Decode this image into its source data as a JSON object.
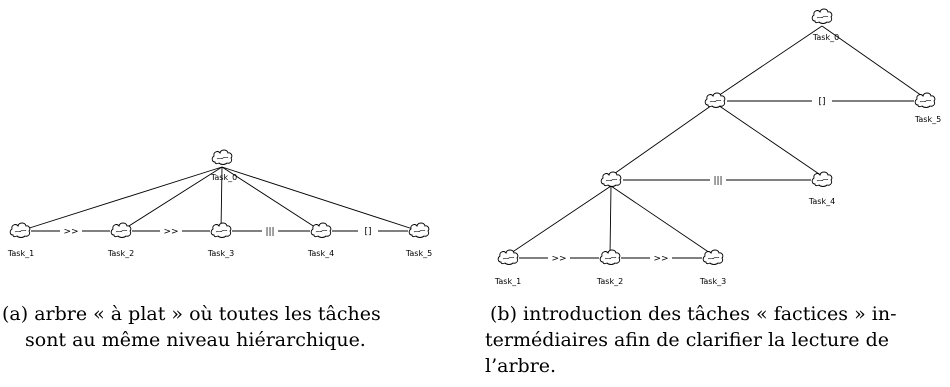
{
  "diagram_a": {
    "root": "Task_0",
    "tasks": [
      "Task_1",
      "Task_2",
      "Task_3",
      "Task_4",
      "Task_5"
    ],
    "operators": [
      ">>",
      ">>",
      "|||",
      "[]"
    ]
  },
  "diagram_b": {
    "root": "Task_0",
    "level1_right": "Task_5",
    "level1_op": "[]",
    "level2_right": "Task_4",
    "level2_op": "|||",
    "leaves": [
      "Task_1",
      "Task_2",
      "Task_3"
    ],
    "leaf_ops": [
      ">>",
      ">>"
    ]
  },
  "captions": {
    "a_line1": "(a) arbre « à plat » où toutes les tâches",
    "a_line2": "sont au même niveau hiérarchique.",
    "b_line1": "(b) introduction des tâches « factices » in-",
    "b_line2": "termédiaires afin de clarifier la lecture de",
    "b_line3": "l’arbre."
  }
}
